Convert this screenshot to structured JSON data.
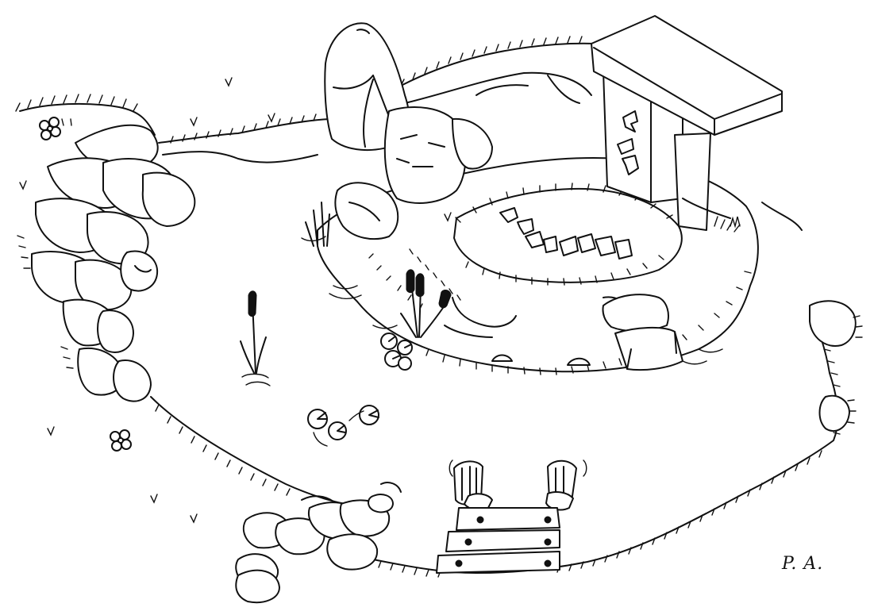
{
  "signature": "P. A.",
  "palette": {
    "ink": "#111111",
    "paper": "#ffffff"
  },
  "objects": [
    "pond",
    "island",
    "standing-stone",
    "stone-tablet",
    "rune-ledge",
    "stone-steps",
    "wooden-bridge",
    "stepping-stones",
    "left-rock-wall",
    "cattails",
    "lily-pads",
    "flowers"
  ]
}
